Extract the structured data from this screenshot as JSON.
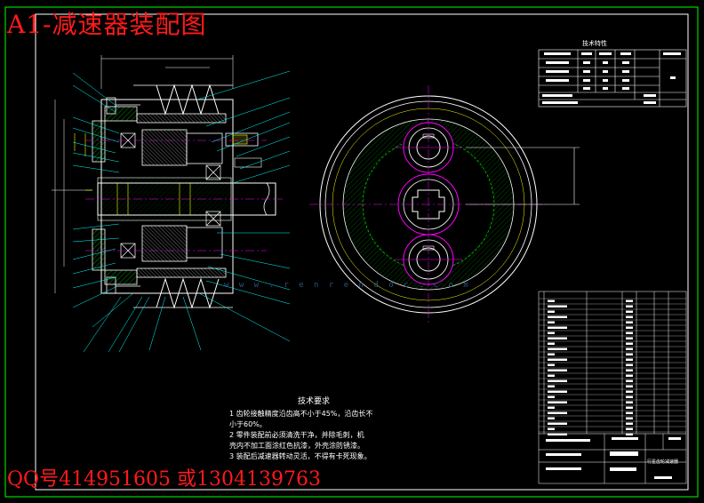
{
  "title": "A1-减速器装配图",
  "contact": "QQ号414951605 或1304139763",
  "watermark_url": "w w w . r e n r e n d o c . c o m",
  "tech_requirements": {
    "heading": "技术要求",
    "lines": [
      "1 齿轮接触精度沿齿高不小于45%，沿齿长不",
      "小于60%。",
      "2 零件装配前必须清洗干净，并除毛刺，机",
      "壳内不加工面涂红色抗漆，外壳涂防锈漆。",
      "3 装配后减速器转动灵活，不得有卡死现象。"
    ]
  },
  "spec_table_title": "技术特性",
  "titleblock_name": "行星齿轮减速器",
  "colors": {
    "frame": "#00ff00",
    "outline": "#ffffff",
    "leader": "#00ffff",
    "centerline": "#ff00ff",
    "highlight": "#ffff00",
    "hatch": "#00ff00",
    "title_text": "#ff1a1a"
  }
}
